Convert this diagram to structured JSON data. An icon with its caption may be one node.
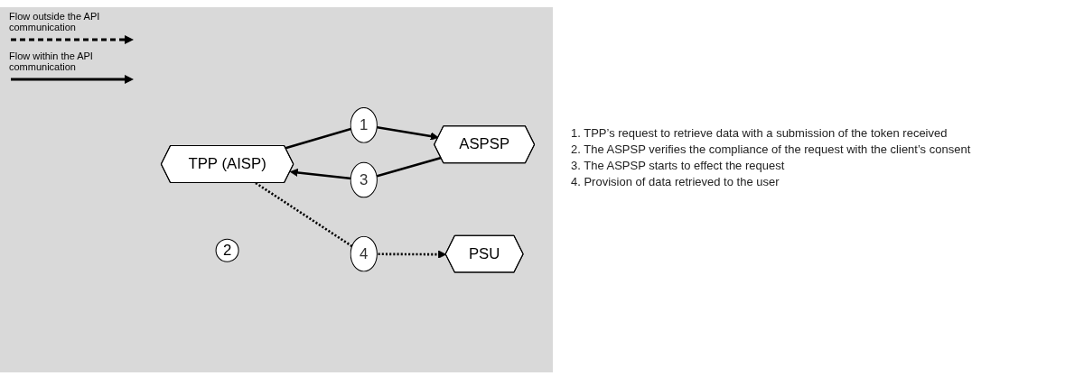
{
  "diagram": {
    "nodes": [
      {
        "text": [
          "PSU"
        ]
      },
      {
        "text": [
          "TPP (AISP)"
        ]
      },
      {
        "text": [
          "ASPSP"
        ]
      },
      {
        "text": [
          "2"
        ]
      }
    ],
    "edges": [
      {
        "from": 1,
        "to": 2,
        "arrow": "to",
        "label": "1"
      },
      {
        "from": 2,
        "to": 1,
        "arrow": "to",
        "label": "3"
      },
      {
        "from": 1,
        "to": 0,
        "arrow": "to",
        "label": "4",
        "style": "dashed"
      }
    ],
    "labels": [
      "1. TPP’s request to retrieve data with a submission of the token received",
      "2. The ASPSP verifies the compliance of the request with the client’s consent",
      "3. The ASPSP starts to effect the request",
      "4. Provision of data retrieved to the user"
    ],
    "legend": [
      {
        "text": "Flow outside the API communication"
      },
      {
        "text": "Flow within the API communication"
      }
    ]
  }
}
